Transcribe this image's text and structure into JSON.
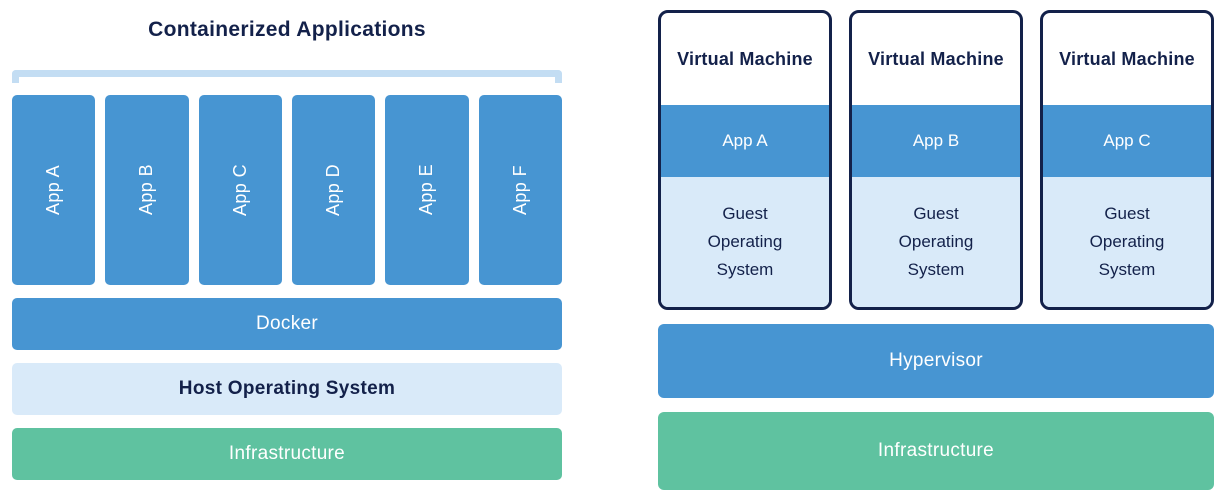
{
  "colors": {
    "blue": "#4795d2",
    "light_blue": "#d9eaf9",
    "green": "#5fc2a0",
    "navy": "#13214a",
    "bracket": "#c3ddf3"
  },
  "left": {
    "title": "Containerized Applications",
    "apps": [
      "App A",
      "App B",
      "App C",
      "App D",
      "App E",
      "App F"
    ],
    "layers": [
      {
        "label": "Docker",
        "style": "blue"
      },
      {
        "label": "Host Operating System",
        "style": "light"
      },
      {
        "label": "Infrastructure",
        "style": "green"
      }
    ]
  },
  "right": {
    "vms": [
      {
        "title": "Virtual Machine",
        "app": "App A",
        "os": "Guest Operating System"
      },
      {
        "title": "Virtual Machine",
        "app": "App B",
        "os": "Guest Operating System"
      },
      {
        "title": "Virtual Machine",
        "app": "App C",
        "os": "Guest Operating System"
      }
    ],
    "layers": [
      {
        "label": "Hypervisor",
        "style": "blue"
      },
      {
        "label": "Infrastructure",
        "style": "green"
      }
    ]
  }
}
